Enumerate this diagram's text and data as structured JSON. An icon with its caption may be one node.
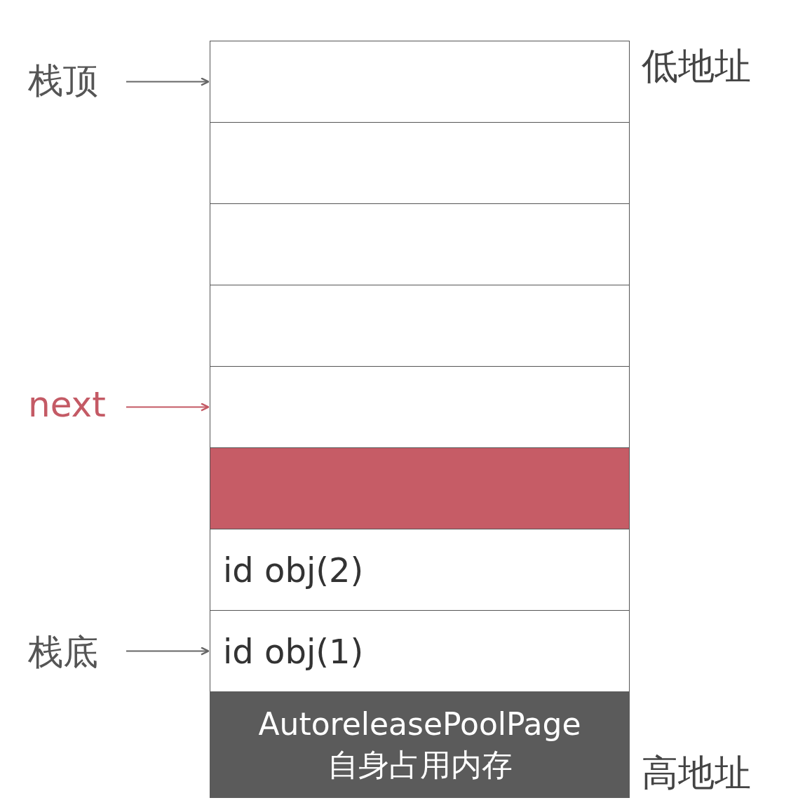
{
  "diagram": {
    "nodes": [
      {
        "text": [],
        "shape": "box"
      },
      {
        "text": [],
        "shape": "box"
      },
      {
        "text": [],
        "shape": "box"
      },
      {
        "text": [],
        "shape": "box"
      },
      {
        "text": [],
        "shape": "box"
      },
      {
        "text": [],
        "shape": "box"
      },
      {
        "text": [
          "id obj(2)"
        ]
      },
      {
        "text": [
          "id obj(1)"
        ]
      },
      {
        "text": [
          "AutoreleasePoolPage",
          "自身占用内存"
        ]
      },
      {
        "text": [
          "栈顶"
        ]
      },
      {
        "text": [
          "next"
        ]
      },
      {
        "text": [
          "栈底"
        ]
      }
    ],
    "edges": [
      {
        "from": 9,
        "to": 0,
        "arrow": "to"
      },
      {
        "from": 10,
        "to": 4,
        "arrow": "to",
        "color": "#c45a65"
      },
      {
        "from": 11,
        "to": 7,
        "arrow": "to"
      }
    ],
    "labels": [
      "低地址",
      "高地址"
    ]
  }
}
